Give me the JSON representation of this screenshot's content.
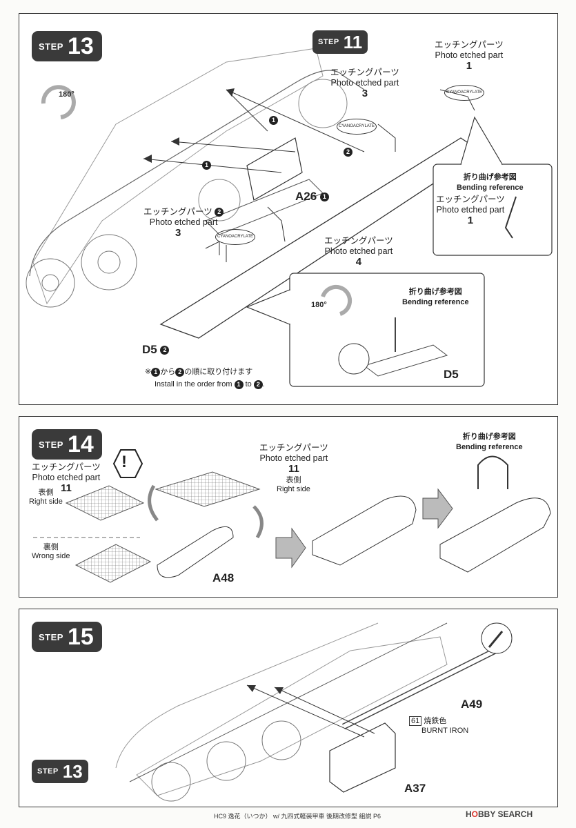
{
  "step13": {
    "step_label": "STEP",
    "step_number": "13",
    "ref_step_number": "11",
    "rotate_label": "180°",
    "etched_part_jp": "エッチングパーツ",
    "etched_part_en": "Photo etched part",
    "part_1": "1",
    "part_3": "3",
    "part_4": "4",
    "bending_jp": "折り曲げ参考図",
    "bending_en": "Bending reference",
    "glue_label": "CYANOACRYLATE",
    "marker_1": "1",
    "marker_2": "2",
    "part_a26": "A26",
    "part_d5": "D5",
    "order_note_jp_prefix": "※",
    "order_note_jp_mid": "から",
    "order_note_jp_suffix": "の順に取り付けます",
    "order_note_en_prefix": "Install in the order from",
    "order_note_en_mid": "to",
    "order_note_en_suffix": "."
  },
  "step14": {
    "step_label": "STEP",
    "step_number": "14",
    "etched_part_jp": "エッチングパーツ",
    "etched_part_en": "Photo etched part",
    "part_11": "11",
    "right_side_jp": "表側",
    "right_side_en": "Right side",
    "wrong_side_jp": "裏側",
    "wrong_side_en": "Wrong side",
    "caution_symbol": "!",
    "part_a48": "A48",
    "bending_jp": "折り曲げ参考図",
    "bending_en": "Bending reference"
  },
  "step15": {
    "step_label": "STEP",
    "step_number": "15",
    "ref_step_number": "13",
    "part_a49": "A49",
    "part_a37": "A37",
    "color_code": "61",
    "color_jp": "焼鉄色",
    "color_en": "BURNT IRON"
  },
  "footer": {
    "text": "HC9 逸花（いつか） w/ 九四式軽装甲車 後期改修型 組説 P6",
    "watermark_prefix": "H",
    "watermark_o": "O",
    "watermark_rest": "BBY SEARCH"
  }
}
